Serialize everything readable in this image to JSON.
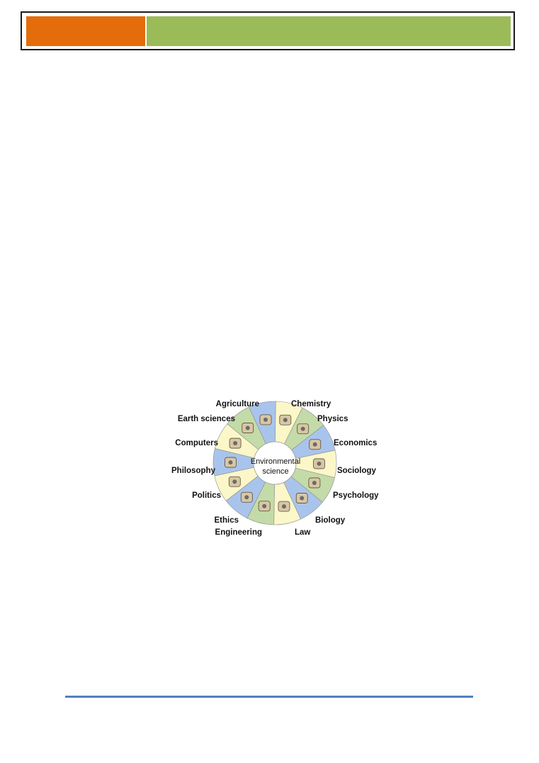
{
  "header": {
    "accent_left_color": "#e46c0a",
    "accent_right_color": "#9bbb59"
  },
  "diagram": {
    "center_label": [
      "Environmental",
      "science"
    ],
    "segment_colors": [
      "#a9c4ec",
      "#fbf7c9",
      "#c3dba8"
    ],
    "disciplines": [
      {
        "label": "Agriculture",
        "icon": "tractor-icon"
      },
      {
        "label": "Chemistry",
        "icon": "flask-icon"
      },
      {
        "label": "Physics",
        "icon": "lightbulb-icon"
      },
      {
        "label": "Economics",
        "icon": "money-icon"
      },
      {
        "label": "Sociology",
        "icon": "people-icon"
      },
      {
        "label": "Psychology",
        "icon": "head-icon"
      },
      {
        "label": "Biology",
        "icon": "microscope-icon"
      },
      {
        "label": "Law",
        "icon": "scales-icon"
      },
      {
        "label": "Engineering",
        "icon": "calculator-icon"
      },
      {
        "label": "Ethics",
        "icon": "question-mark-icon"
      },
      {
        "label": "Politics",
        "icon": "gavel-icon"
      },
      {
        "label": "Philosophy",
        "icon": "book-icon"
      },
      {
        "label": "Computers",
        "icon": "computer-icon"
      },
      {
        "label": "Earth sciences",
        "icon": "pickaxe-icon"
      }
    ]
  },
  "footer": {
    "rule_color": "#4f81bd"
  }
}
